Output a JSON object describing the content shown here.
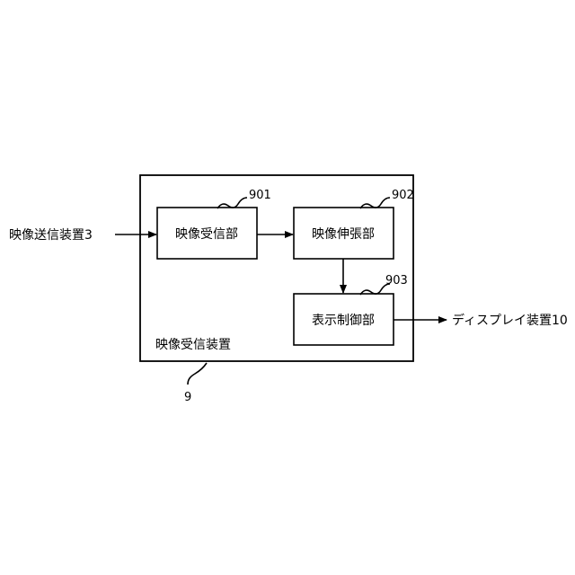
{
  "device": {
    "label": "映像受信装置",
    "ref": "9"
  },
  "blocks": [
    {
      "label": "映像受信部",
      "ref": "901"
    },
    {
      "label": "映像伸張部",
      "ref": "902"
    },
    {
      "label": "表示制御部",
      "ref": "903"
    }
  ],
  "input": {
    "label": "映像送信装置3"
  },
  "output": {
    "label": "ディスプレイ装置10"
  }
}
